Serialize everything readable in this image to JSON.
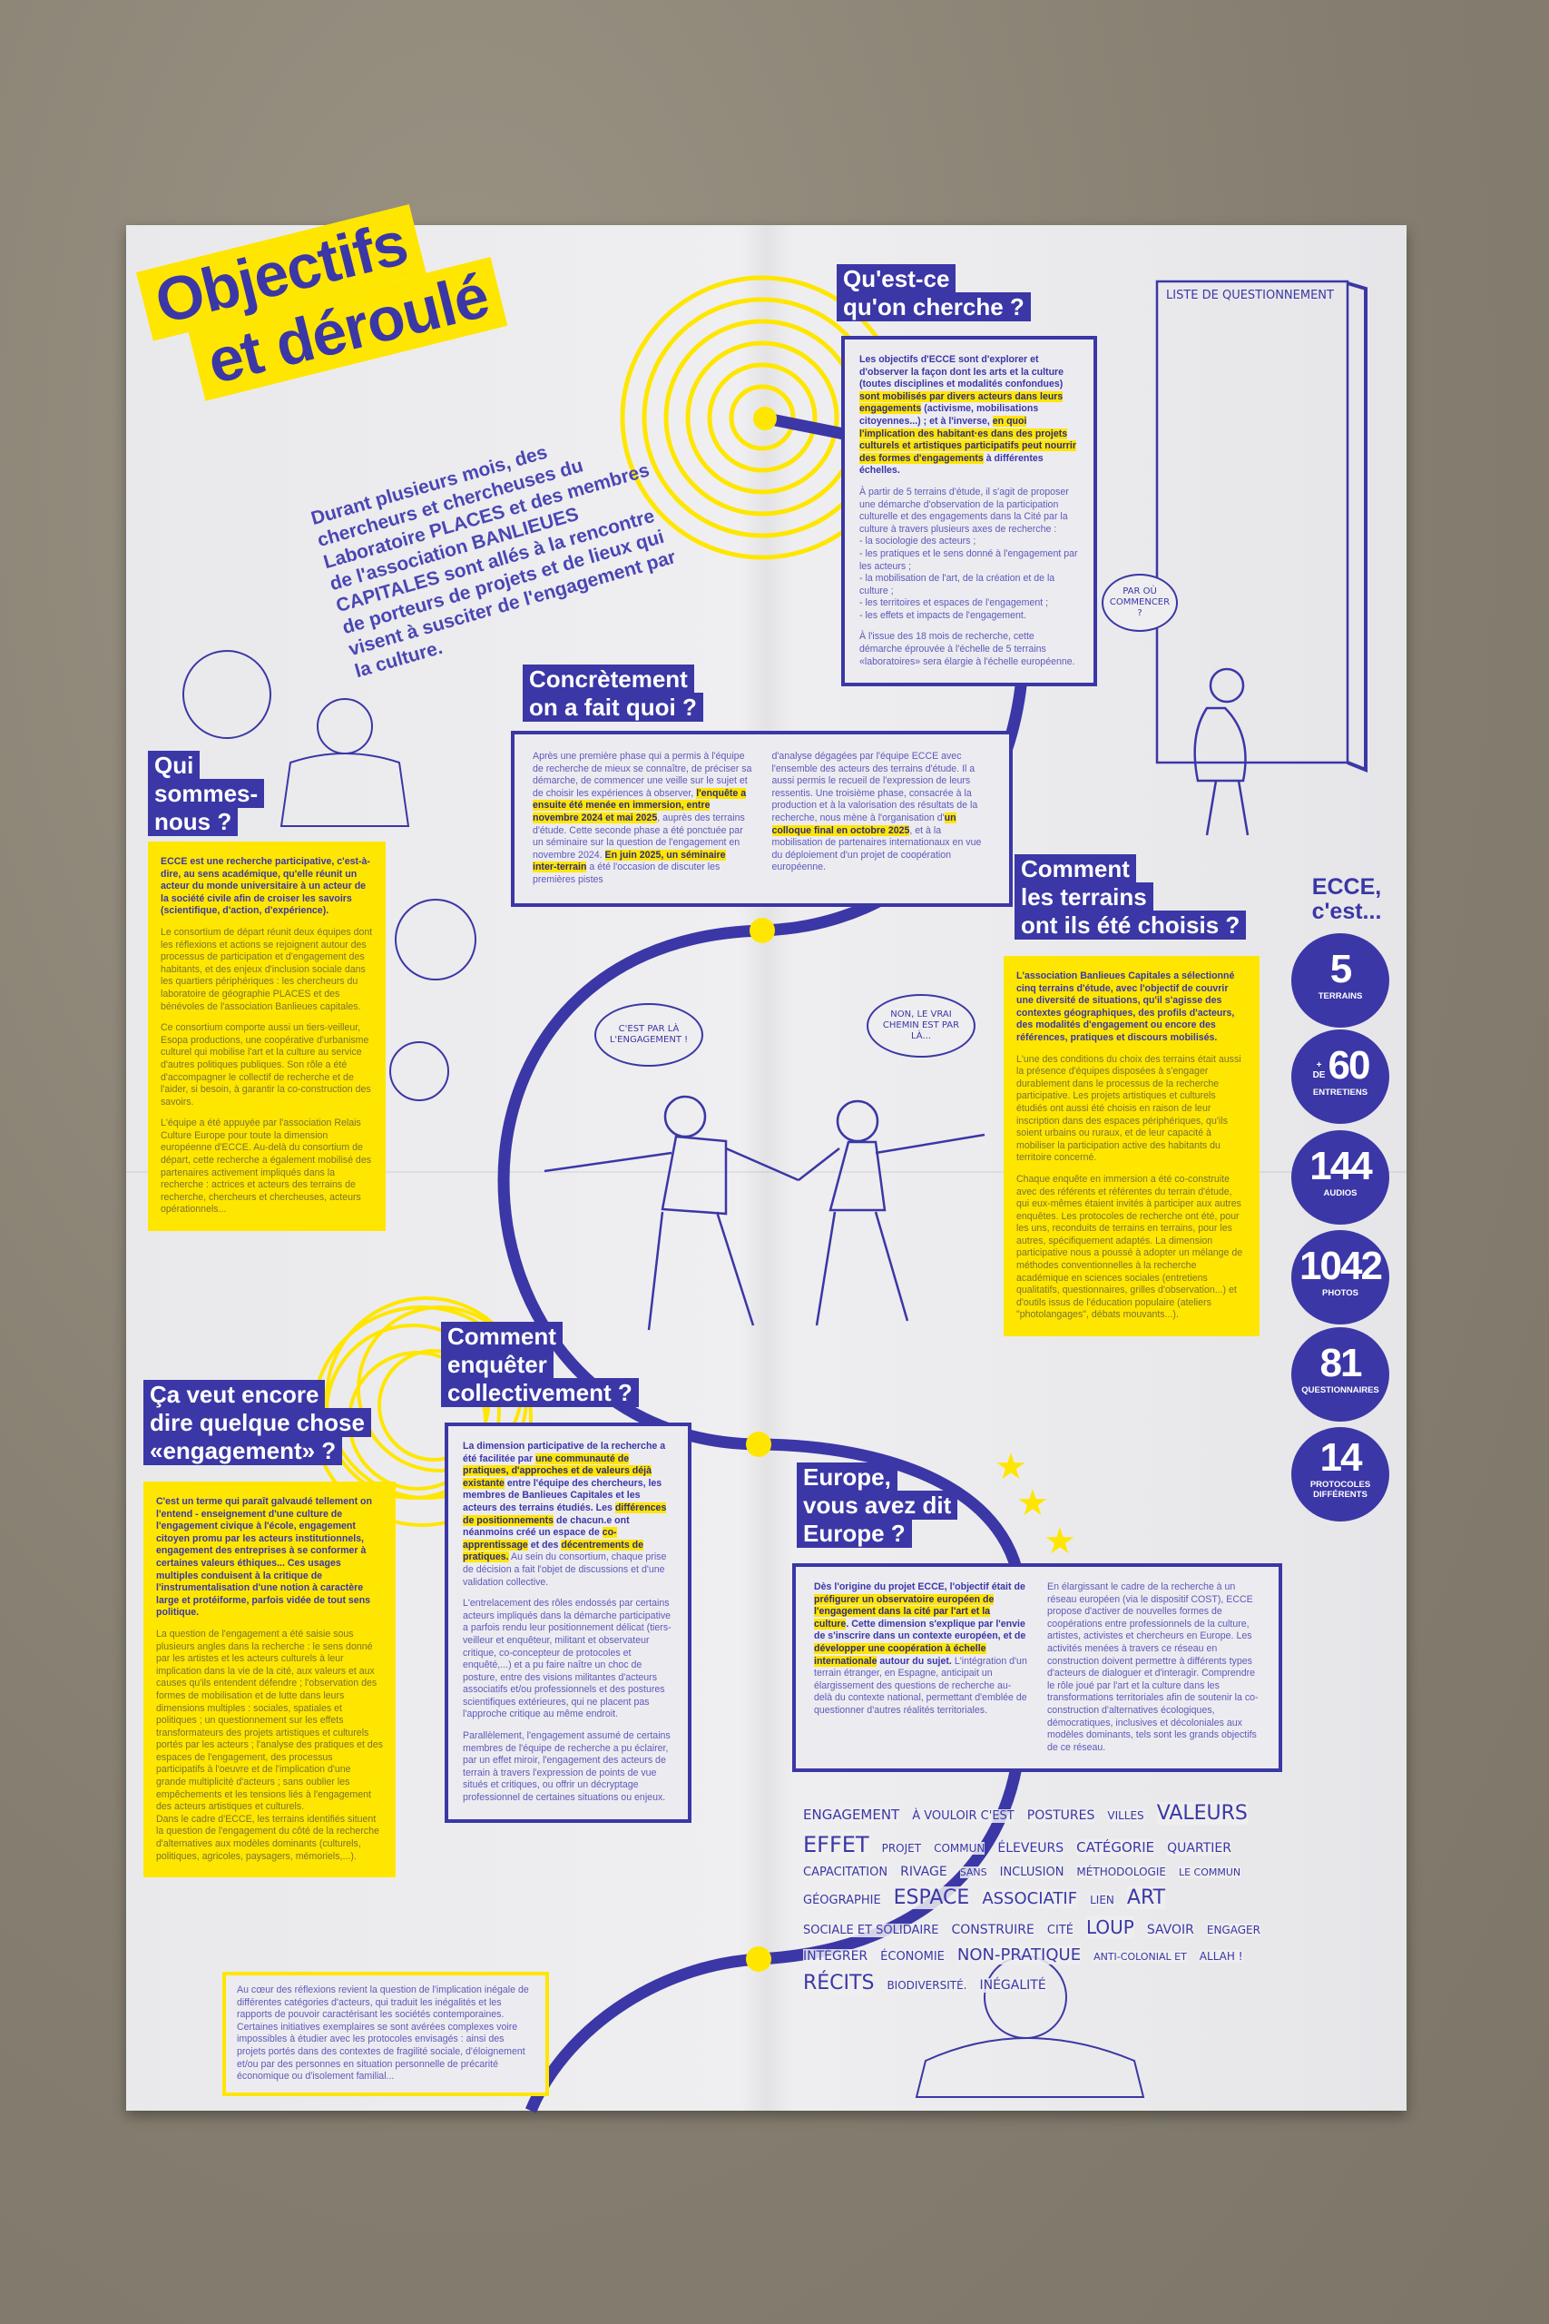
{
  "title": {
    "line1": "Objectifs",
    "line2": "et déroulé"
  },
  "intro": "Durant plusieurs mois, des chercheurs et chercheuses du Laboratoire PLACES et des membres de l'association BANLIEUES CAPITALES sont allés à la rencontre de porteurs de projets et de lieux qui visent à susciter de l'engagement par la culture.",
  "sections": {
    "cherche": {
      "heading": [
        "Qu'est-ce",
        "qu'on cherche ?"
      ],
      "p1": [
        {
          "t": "Les objectifs d'ECCE sont d'explorer et d'observer la façon dont les arts et la culture (toutes disciplines et modalités confondues) ",
          "b": true
        },
        {
          "t": "sont mobilisés par divers acteurs dans leurs engagements",
          "h": true
        },
        {
          "t": " (activisme, mobilisations citoyennes...) ; et à l'inverse, ",
          "b": true
        },
        {
          "t": "en quoi l'implication des habitant·es dans des projets culturels et artistiques participatifs peut nourrir des formes d'engagements",
          "h": true
        },
        {
          "t": " à différentes échelles.",
          "b": true
        }
      ],
      "p2": "À partir de 5 terrains d'étude, il s'agit de proposer une démarche d'observation de la participation culturelle et des engagements dans la Cité par la culture à travers plusieurs axes de recherche :",
      "bullets": [
        "- la sociologie des acteurs ;",
        "- les pratiques et le sens donné à l'engagement par les acteurs ;",
        "- la mobilisation de l'art, de la création et de la culture ;",
        "- les territoires et espaces de l'engagement ;",
        "- les effets et impacts de l'engagement."
      ],
      "p3": "À l'issue des 18 mois de recherche, cette démarche éprouvée à l'échelle de 5 terrains «laboratoires» sera élargie à l'échelle européenne."
    },
    "concretement": {
      "heading": [
        "Concrètement",
        "on a fait quoi ?"
      ],
      "col1": [
        {
          "t": "Après une première phase qui a permis à l'équipe de recherche de mieux se connaître, de préciser sa démarche, de commencer une veille sur le sujet et de choisir les expériences à observer, "
        },
        {
          "t": "l'enquête a ensuite été menée en immersion, entre novembre 2024 et mai 2025",
          "h": true
        },
        {
          "t": ", auprès des terrains d'étude. Cette seconde phase a été ponctuée par un séminaire sur la question de l'engagement en novembre 2024. "
        },
        {
          "t": "En juin 2025, un séminaire inter-terrain",
          "h": true
        },
        {
          "t": " a été l'occasion de discuter les premières pistes"
        }
      ],
      "col2": [
        {
          "t": "d'analyse dégagées par l'équipe ECCE avec l'ensemble des acteurs des terrains d'étude. Il a aussi permis le recueil de l'expression de leurs ressentis. Une troisième phase, consacrée à la production et à la valorisation des résultats de la recherche, nous mène à l'organisation d'"
        },
        {
          "t": "un colloque final en octobre 2025",
          "h": true
        },
        {
          "t": ", et à la mobilisation de partenaires internationaux en vue du déploiement d'un projet de coopération européenne."
        }
      ]
    },
    "qui": {
      "heading": [
        "Qui",
        "sommes-",
        "nous ?"
      ],
      "lead": "ECCE est une recherche participative, c'est-à-dire, au sens académique, qu'elle réunit un acteur du monde universitaire à un acteur de la société civile afin de croiser les savoirs (scientifique, d'action, d'expérience).",
      "p2": "Le consortium de départ réunit deux équipes dont les réflexions et actions se rejoignent autour des processus de participation et d'engagement des habitants, et des enjeux d'inclusion sociale dans les quartiers périphériques : les chercheurs du laboratoire de géographie PLACES et des bénévoles de l'association Banlieues capitales.",
      "p3": "Ce consortium comporte aussi un tiers-veilleur, Esopa productions, une coopérative d'urbanisme culturel qui mobilise l'art et la culture au service d'autres politiques publiques. Son rôle a été d'accompagner le collectif de recherche et de l'aider, si besoin, à garantir la co-construction des savoirs.",
      "p4": "L'équipe a été appuyée par l'association Relais Culture Europe pour toute la dimension européenne d'ECCE. Au-delà du consortium de départ, cette recherche a également mobilisé des partenaires activement impliqués dans la recherche : actrices et acteurs des terrains de recherche, chercheurs et chercheuses, acteurs opérationnels..."
    },
    "terrains": {
      "heading": [
        "Comment",
        "les terrains",
        "ont ils été choisis ?"
      ],
      "lead": "L'association Banlieues Capitales a sélectionné cinq terrains d'étude, avec l'objectif de couvrir une diversité de situations, qu'il s'agisse des contextes géographiques, des profils d'acteurs, des modalités d'engagement ou encore des références, pratiques et discours mobilisés.",
      "p2": "L'une des conditions du choix des terrains était aussi la présence d'équipes disposées à s'engager durablement dans le processus de la recherche participative. Les projets artistiques et culturels étudiés ont aussi été choisis en raison de leur inscription dans des espaces périphériques, qu'ils soient urbains ou ruraux, et de leur capacité à mobiliser la participation active des habitants du territoire concerné.",
      "p3": "Chaque enquête en immersion a été co-construite avec des référents et référentes du terrain d'étude, qui eux-mêmes étaient invités à participer aux autres enquêtes. Les protocoles de recherche ont été, pour les uns, reconduits de terrains en terrains, pour les autres, spécifiquement adaptés. La dimension participative nous a poussé à adopter un mélange de méthodes conventionnelles à la recherche académique en sciences sociales (entretiens qualitatifs, questionnaires, grilles d'observation...) et d'outils issus de l'éducation populaire (ateliers \"photolangages\", débats mouvants...)."
    },
    "enqueter": {
      "heading": [
        "Comment",
        "enquêter",
        "collectivement ?"
      ],
      "p1": [
        {
          "t": "La dimension participative de la recherche a été facilitée par ",
          "b": true
        },
        {
          "t": "une communauté de pratiques, d'approches et de valeurs déjà existante",
          "h": true
        },
        {
          "t": " entre l'équipe des chercheurs, les membres de Banlieues Capitales et les acteurs des terrains étudiés. Les ",
          "b": true
        },
        {
          "t": "différences de positionnements",
          "h": true
        },
        {
          "t": " de chacun.e ont néanmoins créé un espace de ",
          "b": true
        },
        {
          "t": "co-apprentissage",
          "h": true
        },
        {
          "t": " et des ",
          "b": true
        },
        {
          "t": "décentrements de pratiques.",
          "h": true
        },
        {
          "t": " Au sein du consortium, chaque prise de décision a fait l'objet de discussions et d'une validation collective."
        }
      ],
      "p2": "L'entrelacement des rôles endossés par certains acteurs impliqués dans la démarche participative a parfois rendu leur positionnement délicat (tiers-veilleur et enquêteur, militant et observateur critique, co-concepteur de protocoles et enquêté,...) et a pu faire naître un choc de posture, entre des visions militantes d'acteurs associatifs et/ou professionnels et des postures scientifiques extérieures, qui ne placent pas l'approche critique au même endroit.",
      "p3": "Parallèlement, l'engagement assumé de certains membres de l'équipe de recherche a pu éclairer, par un effet miroir, l'engagement des acteurs de terrain à travers l'expression de points de vue situés et critiques, ou offrir un décryptage professionnel de certaines situations ou enjeux."
    },
    "engagement": {
      "heading": [
        "Ça veut encore",
        "dire quelque chose",
        "«engagement» ?"
      ],
      "lead": "C'est un terme qui paraît galvaudé tellement on l'entend - enseignement d'une culture de l'engagement civique à l'école, engagement citoyen promu par les acteurs institutionnels, engagement des entreprises à se conformer à certaines valeurs éthiques... Ces usages multiples conduisent à la critique de l'instrumentalisation d'une notion à caractère large et protéiforme, parfois vidée de tout sens politique.",
      "p2": "La question de l'engagement a été saisie sous plusieurs angles dans la recherche : le sens donné par les artistes et les acteurs culturels à leur implication dans la vie de la cité, aux valeurs et aux causes qu'ils entendent défendre ; l'observation des formes de mobilisation et de lutte dans leurs dimensions multiples : sociales, spatiales et politiques ; un questionnement sur les effets transformateurs des projets artistiques et culturels portés par les acteurs ; l'analyse des pratiques et des espaces de l'engagement, des processus participatifs à l'oeuvre et de l'implication d'une grande multiplicité d'acteurs ; sans oublier les empêchements et les tensions liés à l'engagement des acteurs artistiques et culturels.",
      "p3": "Dans le cadre d'ECCE, les terrains identifiés situent la question de l'engagement du côté de la recherche d'alternatives aux modèles dominants (culturels, politiques, agricoles, paysagers, mémoriels,...).",
      "coeur": "Au cœur des réflexions revient la question de l'implication inégale de différentes catégories d'acteurs, qui traduit les inégalités et les rapports de pouvoir caractérisant les sociétés contemporaines. Certaines initiatives exemplaires se sont avérées complexes voire impossibles à étudier avec les protocoles envisagés : ainsi des projets portés dans des contextes de fragilité sociale, d'éloignement et/ou par des personnes en situation personnelle de précarité économique ou d'isolement familial..."
    },
    "europe": {
      "heading": [
        "Europe,",
        "vous avez dit",
        "Europe ?"
      ],
      "col1": [
        {
          "t": "Dès l'origine du projet ECCE, l'objectif était de ",
          "b": true
        },
        {
          "t": "préfigurer un observatoire européen de l'engagement dans la cité par l'art et la culture",
          "h": true
        },
        {
          "t": ". Cette dimension s'explique par l'envie de s'inscrire dans un contexte européen, et de ",
          "b": true
        },
        {
          "t": "développer une coopération à échelle internationale",
          "h": true
        },
        {
          "t": " autour du sujet.",
          "b": true
        },
        {
          "t": " L'intégration d'un terrain étranger, en Espagne, anticipait un élargissement des questions de recherche au-delà du contexte national, permettant d'emblée de questionner d'autres réalités territoriales."
        }
      ],
      "col2": "En élargissant le cadre de la recherche à un réseau européen (via le dispositif COST), ECCE propose d'activer de nouvelles formes de coopérations entre professionnels de la culture, artistes, activistes et chercheurs en Europe. Les activités menées à travers ce réseau en construction doivent permettre à différents types d'acteurs de dialoguer et d'interagir. Comprendre le rôle joué par l'art et la culture dans les transformations territoriales afin de soutenir la co-construction d'alternatives écologiques, démocratiques, inclusives et décoloniales aux modèles dominants, tels sont les grands objectifs de ce réseau."
    }
  },
  "stats": {
    "title": [
      "ECCE,",
      "c'est..."
    ],
    "items": [
      {
        "prefix": "",
        "value": "5",
        "label": "TERRAINS"
      },
      {
        "prefix": "+ DE",
        "value": "60",
        "label": "ENTRETIENS"
      },
      {
        "prefix": "",
        "value": "144",
        "label": "AUDIOS"
      },
      {
        "prefix": "",
        "value": "1042",
        "label": "PHOTOS"
      },
      {
        "prefix": "",
        "value": "81",
        "label": "QUESTIONNAIRES"
      },
      {
        "prefix": "",
        "value": "14",
        "label": "PROTOCOLES DIFFÉRENTS"
      }
    ]
  },
  "illustrations": {
    "door_label": "LISTE DE QUESTIONNEMENT",
    "bubble_door": "PAR OÙ COMMENCER ?",
    "bubble_left": "C'EST PAR LÀ L'ENGAGEMENT !",
    "bubble_right": "NON, LE VRAI CHEMIN EST PAR LÀ...",
    "words": [
      "ENGAGEMENT",
      "À VOULOIR C'EST",
      "POSTURES",
      "VILLES",
      "VALEURS",
      "EFFET",
      "PROJET",
      "COMMUN",
      "ÉLEVEURS",
      "CATÉGORIE",
      "QUARTIER",
      "CAPACITATION",
      "RIVAGE",
      "SANS",
      "INCLUSION",
      "MÉTHODOLOGIE",
      "LE COMMUN",
      "GÉOGRAPHIE",
      "ESPACE",
      "ASSOCIATIF",
      "LIEN",
      "ART",
      "SOCIALE ET SOLIDAIRE",
      "CONSTRUIRE",
      "CITÉ",
      "LOUP",
      "SAVOIR",
      "ENGAGER",
      "INTÉGRER",
      "ÉCONOMIE",
      "NON-PRATIQUE",
      "ANTI-COLONIAL ET",
      "ALLAH !",
      "RÉCITS",
      "BIODIVERSITÉ.",
      "INÉGALITÉ"
    ]
  },
  "colors": {
    "blue": "#3b37a6",
    "yellow": "#ffe600",
    "paper": "#ecebef"
  }
}
